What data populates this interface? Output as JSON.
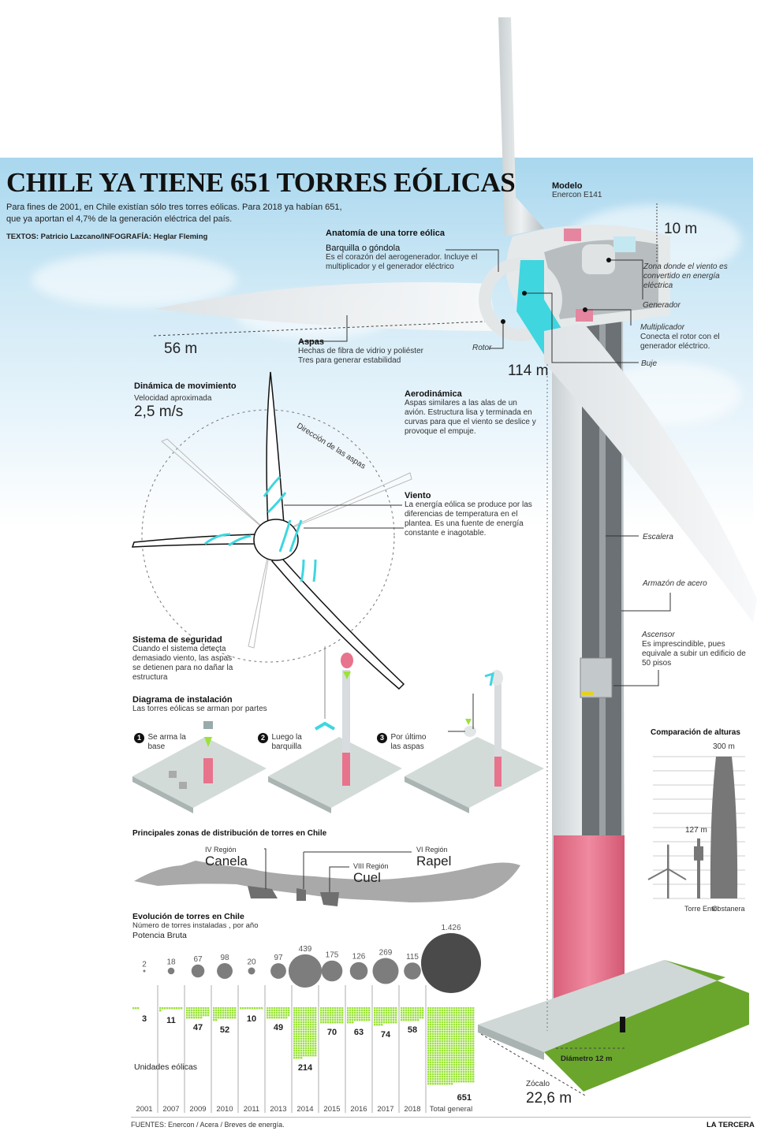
{
  "header": {
    "title": "CHILE YA TIENE 651 TORRES EÓLICAS",
    "lede": "Para fines de 2001, en Chile existían sólo tres torres eólicas. Para 2018 ya habían 651, que ya aportan el 4,7% de la generación eléctrica del país.",
    "credits": "TEXTOS: Patricio Lazcano/INFOGRAFÍA: Heglar Fleming"
  },
  "model": {
    "label": "Modelo",
    "value": "Enercon E141"
  },
  "dimensions": {
    "nacelle_height": "10 m",
    "blade_length": "56 m",
    "hub_height": "114 m",
    "base_label": "Zócalo",
    "base_size": "22,6 m",
    "diameter": "Diámetro 12 m"
  },
  "anatomy": {
    "title": "Anatomía de una torre eólica",
    "nacelle": {
      "title": "Barquilla o góndola",
      "text": "Es el corazón del aerogenerador. Incluye el multiplicador y el generador eléctrico"
    },
    "blades": {
      "title": "Aspas",
      "text1": "Hechas de fibra de vidrio y poliéster",
      "text2": "Tres para generar estabilidad"
    },
    "rotor": "Rotor",
    "zone": "Zona donde el viento es convertido en energía eléctrica",
    "generator": "Generador",
    "multiplier": {
      "title": "Multiplicador",
      "text": "Conecta el rotor con el generador eléctrico."
    },
    "hub": "Buje",
    "ladder": "Escalera",
    "steel_frame": "Armazón de acero",
    "elevator": {
      "title": "Ascensor",
      "text": "Es imprescindible, pues equivale a subir un edificio de 50 pisos"
    }
  },
  "dynamics": {
    "title": "Dinámica de movimiento",
    "speed_label": "Velocidad aproximada",
    "speed_value": "2,5 m/s",
    "direction": "Dirección de las aspas",
    "aero": {
      "title": "Aerodinámica",
      "text": "Aspas similares a las alas de un avión. Estructura lisa y terminada en curvas para que el viento se deslice y provoque el empuje."
    },
    "wind": {
      "title": "Viento",
      "text": "La energía eólica se produce por las diferencias de temperatura en el plantea. Es una fuente de energía constante e inagotable."
    },
    "safety": {
      "title": "Sistema de seguridad",
      "text": "Cuando el sistema detecta demasiado viento, las aspas se detienen para no dañar la estructura"
    }
  },
  "installation": {
    "title": "Diagrama de instalación",
    "subtitle": "Las torres eólicas se arman por partes",
    "steps": [
      {
        "num": "1",
        "text": "Se arma la base"
      },
      {
        "num": "2",
        "text": "Luego la barquilla"
      },
      {
        "num": "3",
        "text": "Por último las aspas"
      }
    ]
  },
  "map": {
    "title": "Principales zonas de distribución de torres en Chile",
    "zones": [
      {
        "region": "IV Región",
        "name": "Canela"
      },
      {
        "region": "VIII Región",
        "name": "Cuel"
      },
      {
        "region": "VI Región",
        "name": "Rapel"
      }
    ]
  },
  "colors": {
    "accent_green": "#9be33a",
    "bubble_gray": "#7d7d7d",
    "bubble_dark": "#4a4a4a",
    "tower_pink": "#e8738c",
    "cyan": "#3fd6e0",
    "grass": "#6aa62c"
  },
  "chart_data": [
    {
      "type": "bubble-and-unit-bar",
      "title": "Evolución de torres en Chile",
      "subtitle": "Número de torres instaladas , por año",
      "bubble_label": "Potencia Bruta",
      "unit_label": "Unidades eólicas",
      "categories": [
        "2001",
        "2007",
        "2009",
        "2010",
        "2011",
        "2013",
        "2014",
        "2015",
        "2016",
        "2017",
        "2018",
        "Total general"
      ],
      "series": [
        {
          "name": "Potencia Bruta",
          "values": [
            2,
            18,
            67,
            98,
            20,
            97,
            439,
            175,
            126,
            269,
            115,
            1426
          ],
          "labels": [
            "2",
            "18",
            "67",
            "98",
            "20",
            "97",
            "439",
            "175",
            "126",
            "269",
            "115",
            "1.426"
          ]
        },
        {
          "name": "Unidades eólicas",
          "values": [
            3,
            11,
            47,
            52,
            10,
            49,
            214,
            70,
            63,
            74,
            58,
            651
          ]
        }
      ]
    },
    {
      "type": "bar",
      "title": "Comparación de alturas",
      "categories": [
        "Torre eólica",
        "Torre Entel",
        "Costanera"
      ],
      "values": [
        114,
        127,
        300
      ],
      "value_labels": [
        "",
        "127 m",
        "300 m"
      ],
      "tick_labels": [
        "",
        "Torre Entel",
        "Costanera"
      ],
      "ylim": [
        0,
        300
      ]
    }
  ],
  "footer": {
    "sources": "FUENTES: Enercon / Acera / Breves de energía.",
    "brand": "LA TERCERA"
  }
}
